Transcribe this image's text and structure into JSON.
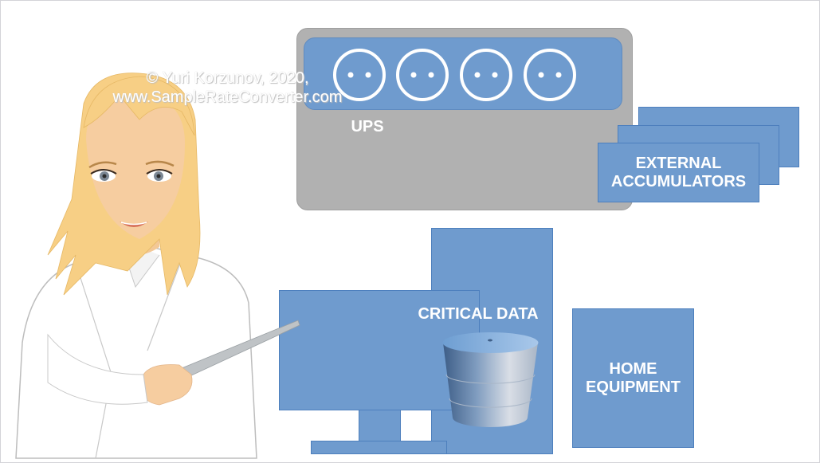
{
  "copyright": {
    "line1": "© Yuri Korzunov, 2020,",
    "line2": "www.SampleRateConverter.com"
  },
  "ups": {
    "label": "UPS",
    "sockets": 4
  },
  "accumulators": {
    "line1": "EXTERNAL",
    "line2": "ACCUMULATORS"
  },
  "critical": {
    "label": "CRITICAL DATA"
  },
  "home": {
    "line1": "HOME",
    "line2": "EQUIPMENT"
  },
  "colors": {
    "accent_blue": "#6f9bce",
    "ups_gray": "#b1b1b1",
    "hair": "#f7cf85",
    "skin": "#f6cda0"
  }
}
